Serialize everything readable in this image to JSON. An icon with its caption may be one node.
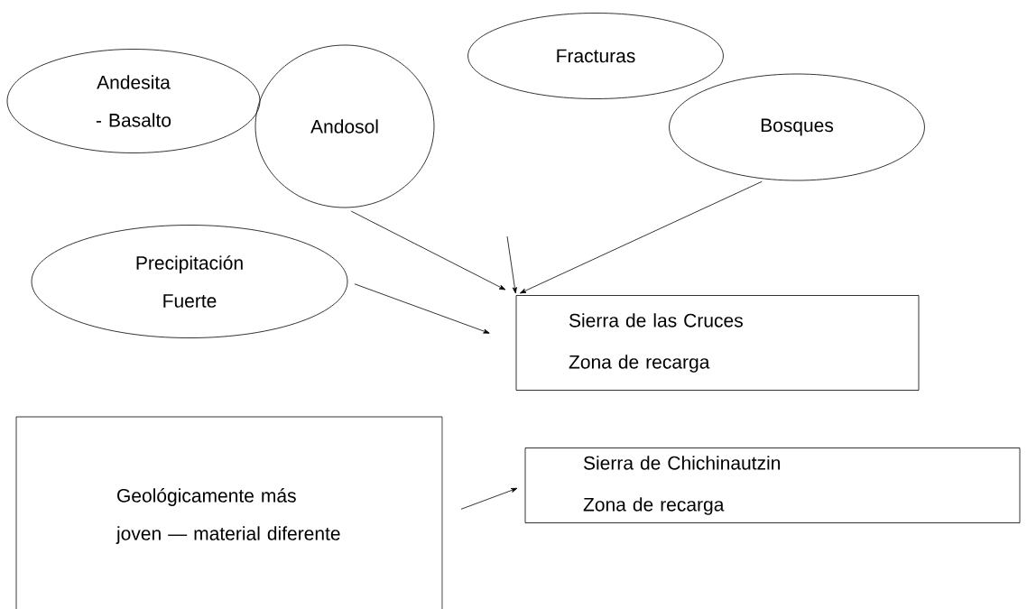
{
  "diagram": {
    "nodes": [
      {
        "text": [
          "Andesita - Basalto"
        ]
      },
      {
        "text": [
          "Andosol"
        ]
      },
      {
        "text": [
          "Fracturas"
        ]
      },
      {
        "text": [
          "Bosques"
        ]
      },
      {
        "text": [
          "Precipitación Fuerte"
        ]
      },
      {
        "text": [
          "Sierra de las Cruces",
          "Zona de recarga"
        ]
      },
      {
        "text": [
          "Geológicamente más joven — material diferente"
        ]
      },
      {
        "text": [
          "Sierra de Chichinautzin",
          "Zona de recarga"
        ]
      }
    ],
    "edges": [
      {
        "from": 1,
        "to": 5,
        "arrow": "to"
      },
      {
        "from": null,
        "to": 5,
        "arrow": "to"
      },
      {
        "from": 3,
        "to": 5,
        "arrow": "to"
      },
      {
        "from": 4,
        "to": 5,
        "arrow": "to"
      },
      {
        "from": 6,
        "to": 7,
        "arrow": "to"
      }
    ]
  }
}
